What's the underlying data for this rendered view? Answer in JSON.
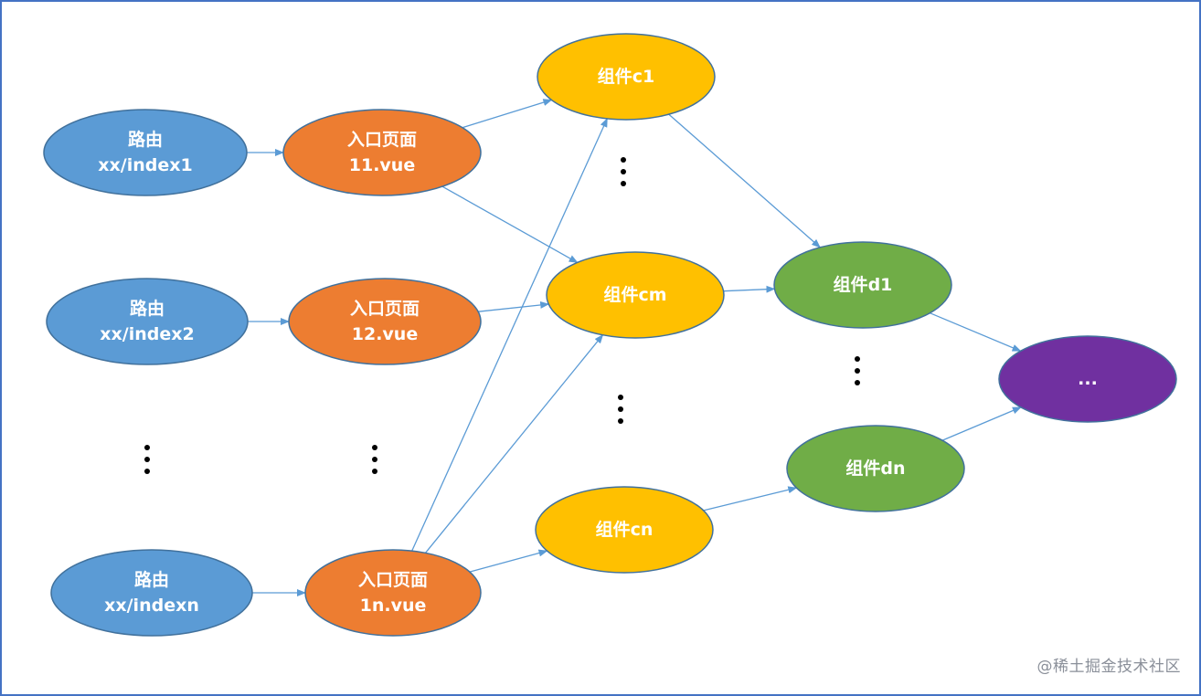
{
  "diagram": {
    "nodes": {
      "route1": {
        "lines": [
          "路由",
          "xx/index1"
        ],
        "color": "#5b9bd5"
      },
      "route2": {
        "lines": [
          "路由",
          "xx/index2"
        ],
        "color": "#5b9bd5"
      },
      "routen": {
        "lines": [
          "路由",
          "xx/indexn"
        ],
        "color": "#5b9bd5"
      },
      "entry11": {
        "lines": [
          "入口页面",
          "11.vue"
        ],
        "color": "#ed7d31"
      },
      "entry12": {
        "lines": [
          "入口页面",
          "12.vue"
        ],
        "color": "#ed7d31"
      },
      "entry1n": {
        "lines": [
          "入口页面",
          "1n.vue"
        ],
        "color": "#ed7d31"
      },
      "c1": {
        "lines": [
          "组件c1"
        ],
        "color": "#ffc000"
      },
      "cm": {
        "lines": [
          "组件cm"
        ],
        "color": "#ffc000"
      },
      "cn": {
        "lines": [
          "组件cn"
        ],
        "color": "#ffc000"
      },
      "d1": {
        "lines": [
          "组件d1"
        ],
        "color": "#70ad47"
      },
      "dn": {
        "lines": [
          "组件dn"
        ],
        "color": "#70ad47"
      },
      "end": {
        "lines": [
          "..."
        ],
        "color": "#7030a0"
      }
    },
    "edges": [
      [
        "route1",
        "entry11"
      ],
      [
        "route2",
        "entry12"
      ],
      [
        "routen",
        "entry1n"
      ],
      [
        "entry11",
        "c1"
      ],
      [
        "entry11",
        "cm"
      ],
      [
        "entry12",
        "cm"
      ],
      [
        "entry1n",
        "c1"
      ],
      [
        "entry1n",
        "cm"
      ],
      [
        "entry1n",
        "cn"
      ],
      [
        "c1",
        "d1"
      ],
      [
        "cm",
        "d1"
      ],
      [
        "cn",
        "dn"
      ],
      [
        "d1",
        "end"
      ],
      [
        "dn",
        "end"
      ]
    ],
    "edge_color": "#5b9bd5",
    "border_color": "#4472c4"
  },
  "watermark": "@稀土掘金技术社区"
}
